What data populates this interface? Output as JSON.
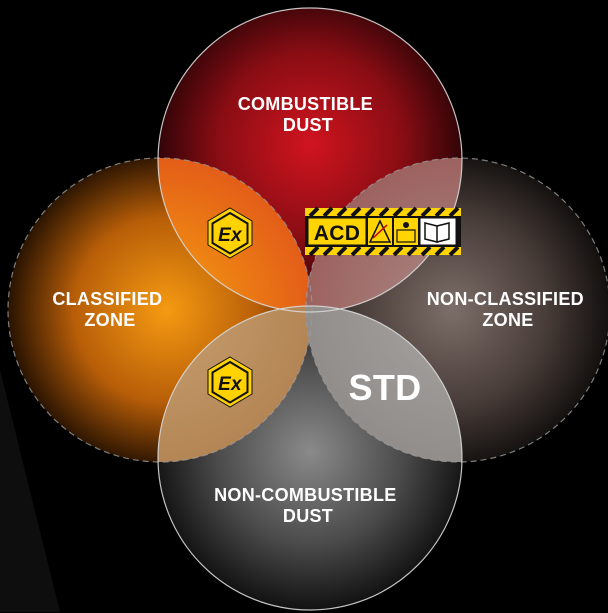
{
  "diagram": {
    "zones": {
      "top": {
        "line1": "COMBUSTIBLE",
        "line2": "DUST"
      },
      "left": {
        "line1": "CLASSIFIED",
        "line2": "ZONE"
      },
      "right": {
        "line1": "NON-CLASSIFIED",
        "line2": "ZONE"
      },
      "bottom": {
        "line1": "NON-COMBUSTIBLE",
        "line2": "DUST"
      }
    },
    "overlaps": {
      "top_left": {
        "mark": "Ex",
        "icon": "atex-ex-hexagon-icon"
      },
      "top_right": {
        "mark": "ACD",
        "icon": "acd-warning-label-icon"
      },
      "bottom_left": {
        "mark": "Ex",
        "icon": "atex-ex-hexagon-icon"
      },
      "bottom_right": {
        "mark": "STD"
      }
    }
  },
  "colors": {
    "background": "#000000",
    "combustible_dust": "#c8141f",
    "classified_zone": "#f29410",
    "non_classified_zone": "#6b5d58",
    "non_combustible_dust": "#6e6e6e",
    "ex_yellow": "#ffd200",
    "acd_yellow": "#ffd400"
  }
}
